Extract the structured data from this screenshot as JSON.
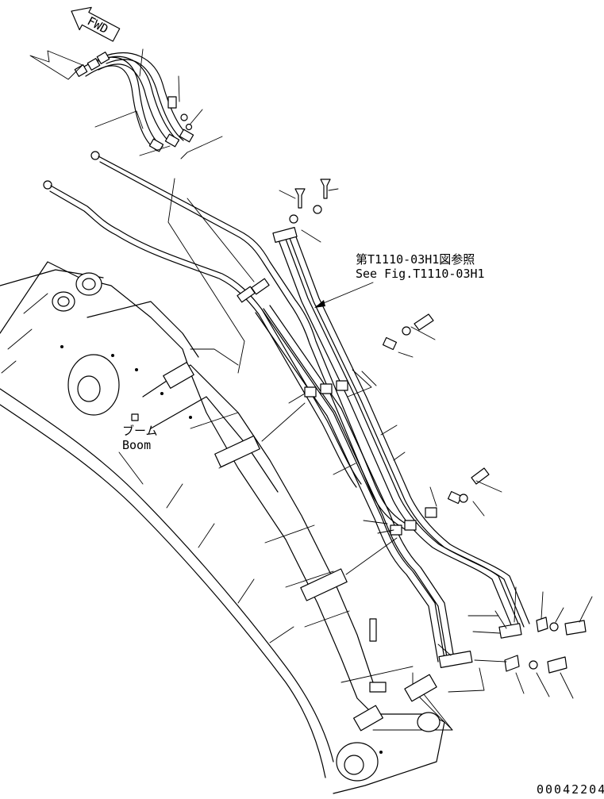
{
  "direction_arrow": {
    "label": "FWD"
  },
  "reference_note": {
    "line1": "第T1110-03H1図参照",
    "line2": "See Fig.T1110-03H1"
  },
  "boom_label": {
    "jp": "ブーム",
    "en": "Boom"
  },
  "drawing_number": "00042204"
}
